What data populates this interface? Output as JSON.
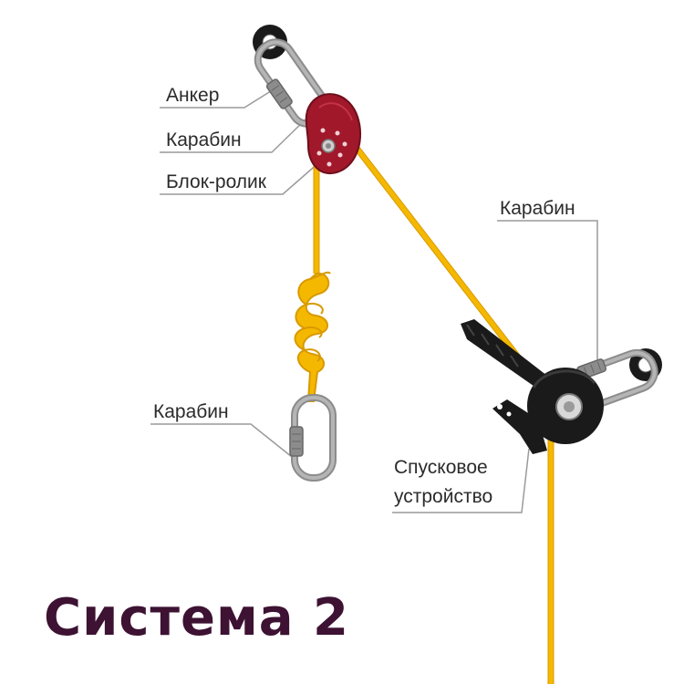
{
  "labels": {
    "anchor": "Анкер",
    "carabiner_top": "Карабин",
    "pulley": "Блок-ролик",
    "carabiner_right": "Карабин",
    "carabiner_bottom": "Карабин",
    "descender_line1": "Спусковое",
    "descender_line2": "устройство"
  },
  "title": "Система 2",
  "colors": {
    "rope": "#f5b800",
    "pulley": "#a0182a",
    "carabiner": "#9a9a9a",
    "device": "#1a1a1a",
    "title": "#3d1232",
    "leader": "#9a9a9a"
  }
}
